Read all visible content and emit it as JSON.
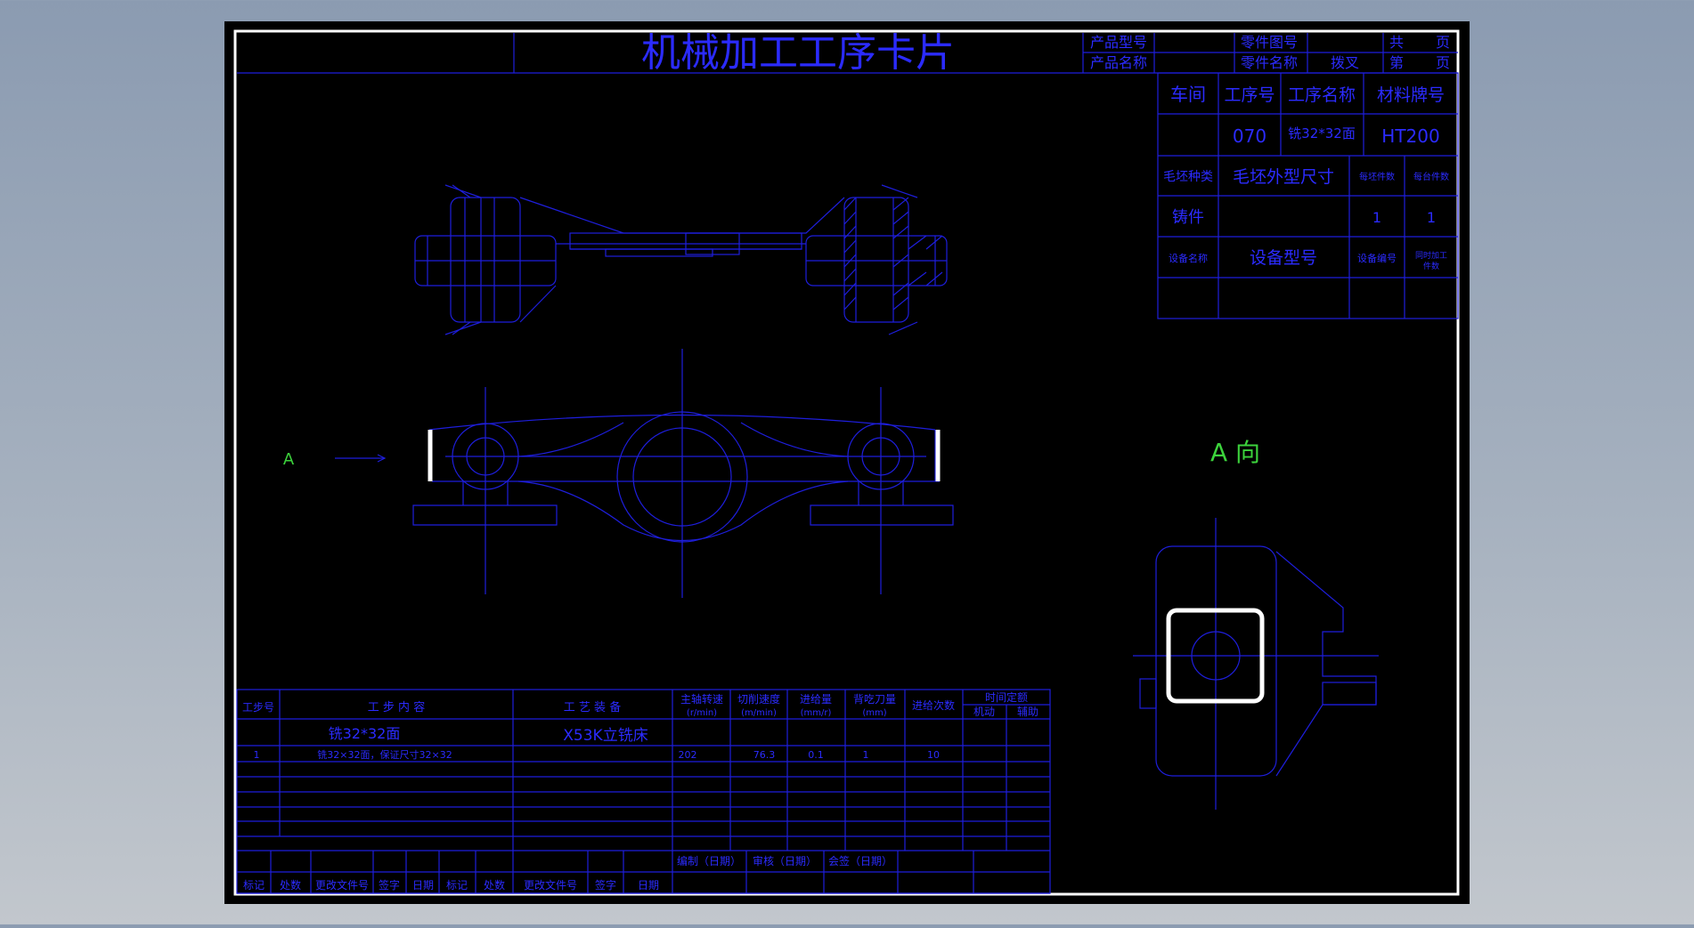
{
  "colors": {
    "background": "#8b9bb1",
    "sheet": "#000000",
    "line": "#1e1edc",
    "text": "#2b2bff",
    "annotation": "#3cd23c",
    "frame": "#ffffff"
  },
  "title_block": {
    "title": "机械加工工序卡片",
    "product_model_label": "产品型号",
    "product_name_label": "产品名称",
    "part_drawing_no_label": "零件图号",
    "part_name_label": "零件名称",
    "part_name": "拨叉",
    "total_label": "共",
    "page_unit": "页",
    "sheet_label": "第",
    "page_unit_2": "页"
  },
  "info_table": {
    "workshop_label": "车间",
    "op_no_label": "工序号",
    "op_name_label": "工序名称",
    "material_label": "材料牌号",
    "op_no": "070",
    "op_name": "铣32*32面",
    "material": "HT200",
    "blank_type_label": "毛坯种类",
    "blank_size_label": "毛坯外型尺寸",
    "blanks_per_label": "每坯件数",
    "parts_per_label": "每台件数",
    "blank_type": "铸件",
    "blanks_per": "1",
    "parts_per": "1",
    "equip_name_label": "设备名称",
    "equip_model_label": "设备型号",
    "equip_no_label": "设备编号",
    "simul_label_1": "同时加工",
    "simul_label_2": "件数"
  },
  "view_labels": {
    "direction_marker": "A",
    "view_title": "A 向"
  },
  "step_table": {
    "step_no_label": "工步号",
    "step_content_label": "工 步 内 容",
    "equipment_label": "工 艺 装 备",
    "spindle_speed_label": "主轴转速",
    "spindle_speed_unit": "(r/min)",
    "cut_speed_label": "切削速度",
    "cut_speed_unit": "(m/min)",
    "feed_label": "进给量",
    "feed_unit": "(mm/r)",
    "depth_label": "背吃刀量",
    "depth_unit": "(mm)",
    "passes_label": "进给次数",
    "time_label": "时间定额",
    "machine_time_label": "机动",
    "aux_time_label": "辅助",
    "op_summary": "铣32*32面",
    "machine_tool": "X53K立铣床",
    "rows": [
      {
        "no": "1",
        "content": "铣32×32面，保证尺寸32×32",
        "speed": "202",
        "cut_speed": "76.3",
        "feed": "0.1",
        "depth": "1",
        "passes": "10"
      }
    ],
    "sign_row": {
      "design": "编制（日期）",
      "review": "审核（日期）",
      "approve": "会签（日期）"
    },
    "revision_labels": [
      "标记",
      "处数",
      "更改文件号",
      "签字",
      "日期",
      "标记",
      "处数",
      "更改文件号",
      "签字",
      "日期"
    ]
  }
}
